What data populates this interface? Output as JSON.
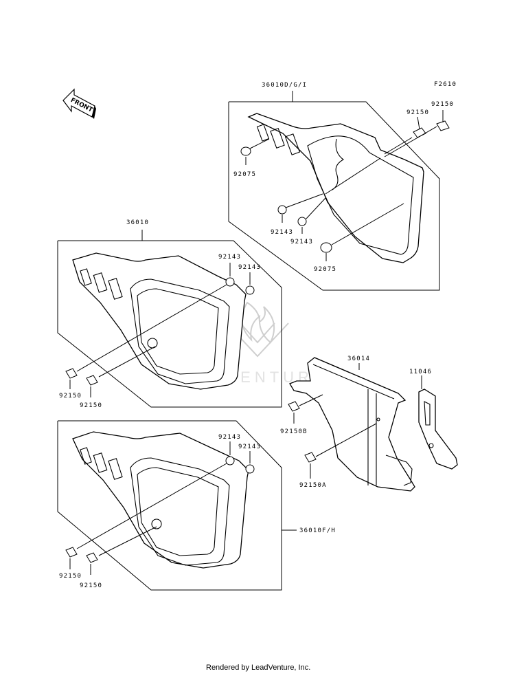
{
  "diagram": {
    "figure_code": "F2610",
    "front_label": "FRONT",
    "footer": "Rendered by LeadVenture, Inc.",
    "watermark_text": "LEADVENTURE",
    "callouts": {
      "assy_top": "36010D/G/I",
      "assy_mid": "36010",
      "assy_low": "36010F/H",
      "guard": "36014",
      "bracket": "11046",
      "top_bolt_1": "92150",
      "top_bolt_2": "92150",
      "top_cap_upper": "92075",
      "top_cap_lower": "92075",
      "top_washer_1": "92143",
      "top_washer_2": "92143",
      "mid_washer_1": "92143",
      "mid_washer_2": "92143",
      "mid_bolt_1": "92150",
      "mid_bolt_2": "92150",
      "guard_bolt_b": "92150B",
      "guard_bolt_a": "92150A",
      "low_washer_1": "92143",
      "low_washer_2": "92143",
      "low_bolt_1": "92150",
      "low_bolt_2": "92150"
    }
  }
}
